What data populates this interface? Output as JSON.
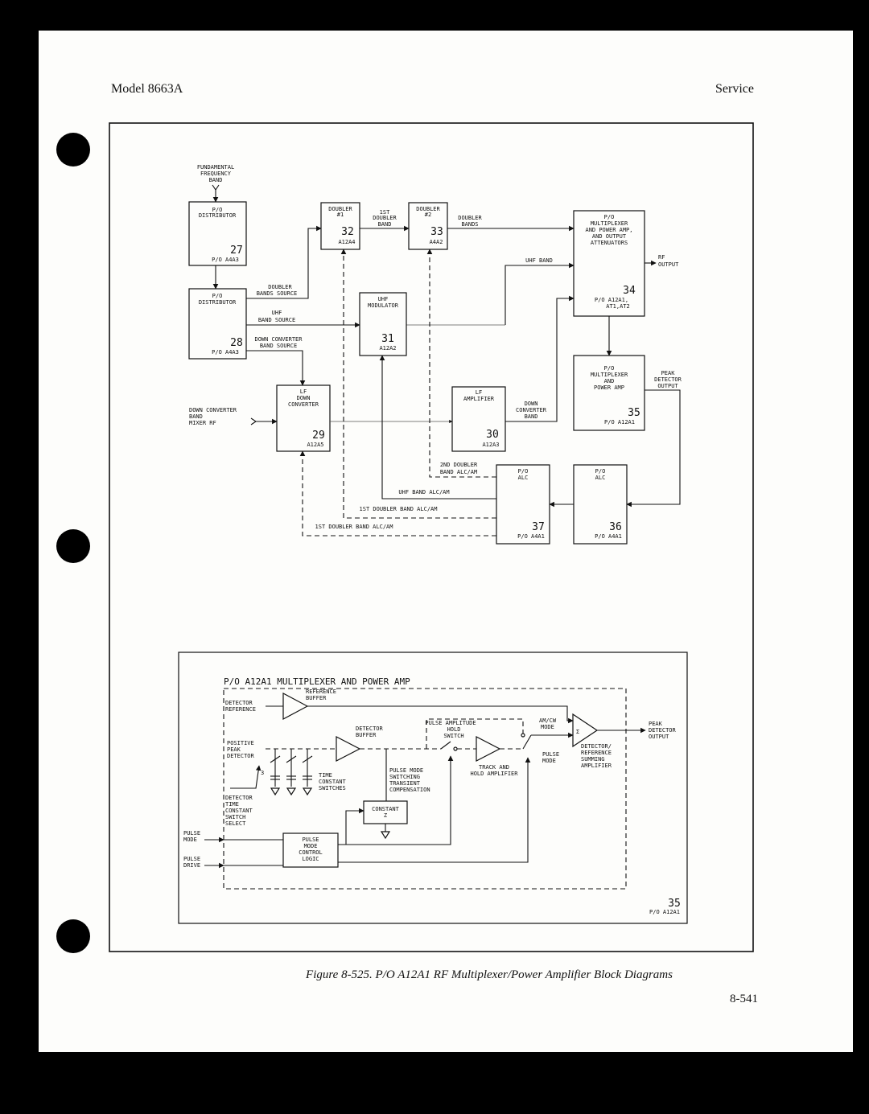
{
  "header": {
    "left": "Model 8663A",
    "right": "Service"
  },
  "caption": "Figure 8-525. P/O A12A1 RF Multiplexer/Power Amplifier Block Diagrams",
  "page_number": "8-541",
  "top": {
    "fund_band": [
      "FUNDAMENTAL",
      "FREQUENCY",
      "BAND"
    ],
    "b27": {
      "l1": "P/O",
      "l2": "DISTRIBUTOR",
      "num": "27",
      "ref": "P/O A4A3"
    },
    "b28": {
      "l1": "P/O",
      "l2": "DISTRIBUTOR",
      "num": "28",
      "ref": "P/O A4A3"
    },
    "doubler_bands_source": [
      "DOUBLER",
      "BANDS SOURCE"
    ],
    "uhf_band_source": [
      "UHF",
      "BAND SOURCE"
    ],
    "down_conv_band_source": [
      "DOWN CONVERTER",
      "BAND SOURCE"
    ],
    "b32": {
      "l1": "DOUBLER",
      "l2": "#1",
      "num": "32",
      "ref": "A12A4"
    },
    "first_doubler_band": [
      "1ST",
      "DOUBLER",
      "BAND"
    ],
    "b33": {
      "l1": "DOUBLER",
      "l2": "#2",
      "num": "33",
      "ref": "A4A2"
    },
    "doubler_bands": [
      "DOUBLER",
      "BANDS"
    ],
    "b34": {
      "lines": [
        "P/O",
        "MULTIPLEXER",
        "AND POWER AMP,",
        "AND OUTPUT",
        "ATTENUATORS"
      ],
      "num": "34",
      "ref1": "P/O A12A1,",
      "ref2": "AT1,AT2"
    },
    "rf_output": [
      "RF",
      "OUTPUT"
    ],
    "uhf_band": "UHF BAND",
    "b31": {
      "l1": "UHF",
      "l2": "MODULATOR",
      "num": "31",
      "ref": "A12A2"
    },
    "b29": {
      "l1": "LF",
      "l2": "DOWN",
      "l3": "CONVERTER",
      "num": "29",
      "ref": "A12A5"
    },
    "down_conv_mixer": [
      "DOWN CONVERTER",
      "BAND",
      "MIXER RF"
    ],
    "b30": {
      "l1": "LF",
      "l2": "AMPLIFIER",
      "num": "30",
      "ref": "A12A3"
    },
    "down_conv_band": [
      "DOWN",
      "CONVERTER",
      "BAND"
    ],
    "b35": {
      "lines": [
        "P/O",
        "MULTIPLEXER",
        "AND",
        "POWER AMP"
      ],
      "num": "35",
      "ref": "P/O A12A1"
    },
    "peak_det_out": [
      "PEAK",
      "DETECTOR",
      "OUTPUT"
    ],
    "b37": {
      "l1": "P/O",
      "l2": "ALC",
      "num": "37",
      "ref": "P/O A4A1"
    },
    "b36": {
      "l1": "P/O",
      "l2": "ALC",
      "num": "36",
      "ref": "P/O A4A1"
    },
    "second_doubler_alc": [
      "2ND DOUBLER",
      "BAND ALC/AM"
    ],
    "uhf_alc": "UHF BAND ALC/AM",
    "first_doubler_alc_a": "1ST DOUBLER BAND ALC/AM",
    "first_doubler_alc_b": "1ST DOUBLER BAND ALC/AM"
  },
  "bottom": {
    "title": "P/O A12A1 MULTIPLEXER AND POWER AMP",
    "det_ref": [
      "DETECTOR",
      "REFERENCE"
    ],
    "ref_buffer": [
      "REFERENCE",
      "BUFFER"
    ],
    "pos_peak_det": [
      "POSITIVE",
      "PEAK",
      "DETECTOR"
    ],
    "det_buffer": [
      "DETECTOR",
      "BUFFER"
    ],
    "pulse_amp_hold": [
      "PULSE AMPLITUDE",
      "HOLD",
      "SWITCH"
    ],
    "am_cw_mode": [
      "AM/CW",
      "MODE"
    ],
    "sigma": "Σ",
    "peak_det_out": [
      "PEAK",
      "DETECTOR",
      "OUTPUT"
    ],
    "det_ref_sum": [
      "DETECTOR/",
      "REFERENCE",
      "SUMMING",
      "AMPLIFIER"
    ],
    "pulse_mode_lbl": [
      "PULSE",
      "MODE"
    ],
    "track_hold": [
      "TRACK AND",
      "HOLD AMPLIFIER"
    ],
    "pulse_mode_switching": [
      "PULSE MODE",
      "SWITCHING",
      "TRANSIENT",
      "COMPENSATION"
    ],
    "time_const_sw": [
      "TIME",
      "CONSTANT",
      "SWITCHES"
    ],
    "det_time_const": [
      "DETECTOR",
      "TIME",
      "CONSTANT",
      "SWITCH",
      "SELECT"
    ],
    "three": "3",
    "constant_z": [
      "CONSTANT",
      "Z"
    ],
    "pulse_mode_in": [
      "PULSE",
      "MODE"
    ],
    "pulse_drive_in": [
      "PULSE",
      "DRIVE"
    ],
    "pulse_logic": [
      "PULSE",
      "MODE",
      "CONTROL",
      "LOGIC"
    ],
    "num": "35",
    "ref": "P/O A12A1"
  }
}
